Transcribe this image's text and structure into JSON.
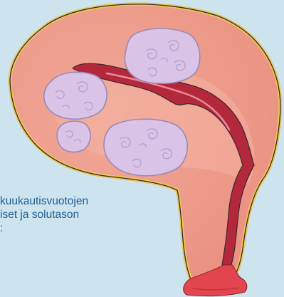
{
  "caption": {
    "lines": [
      "kuukautisvuotojen",
      "iset ja solutason",
      ":"
    ]
  },
  "colors": {
    "background": "#cde4ef",
    "text": "#1d5f92",
    "uterus_outline": "#e9c55a",
    "uterus_wall": "#ef9b8c",
    "cavity": "#b4283c",
    "fibroid_fill": "#d9c3e6",
    "blood": "#e2454e"
  },
  "illustration": {
    "subject": "uterus-with-fibroids",
    "fibroid_count": 4
  }
}
